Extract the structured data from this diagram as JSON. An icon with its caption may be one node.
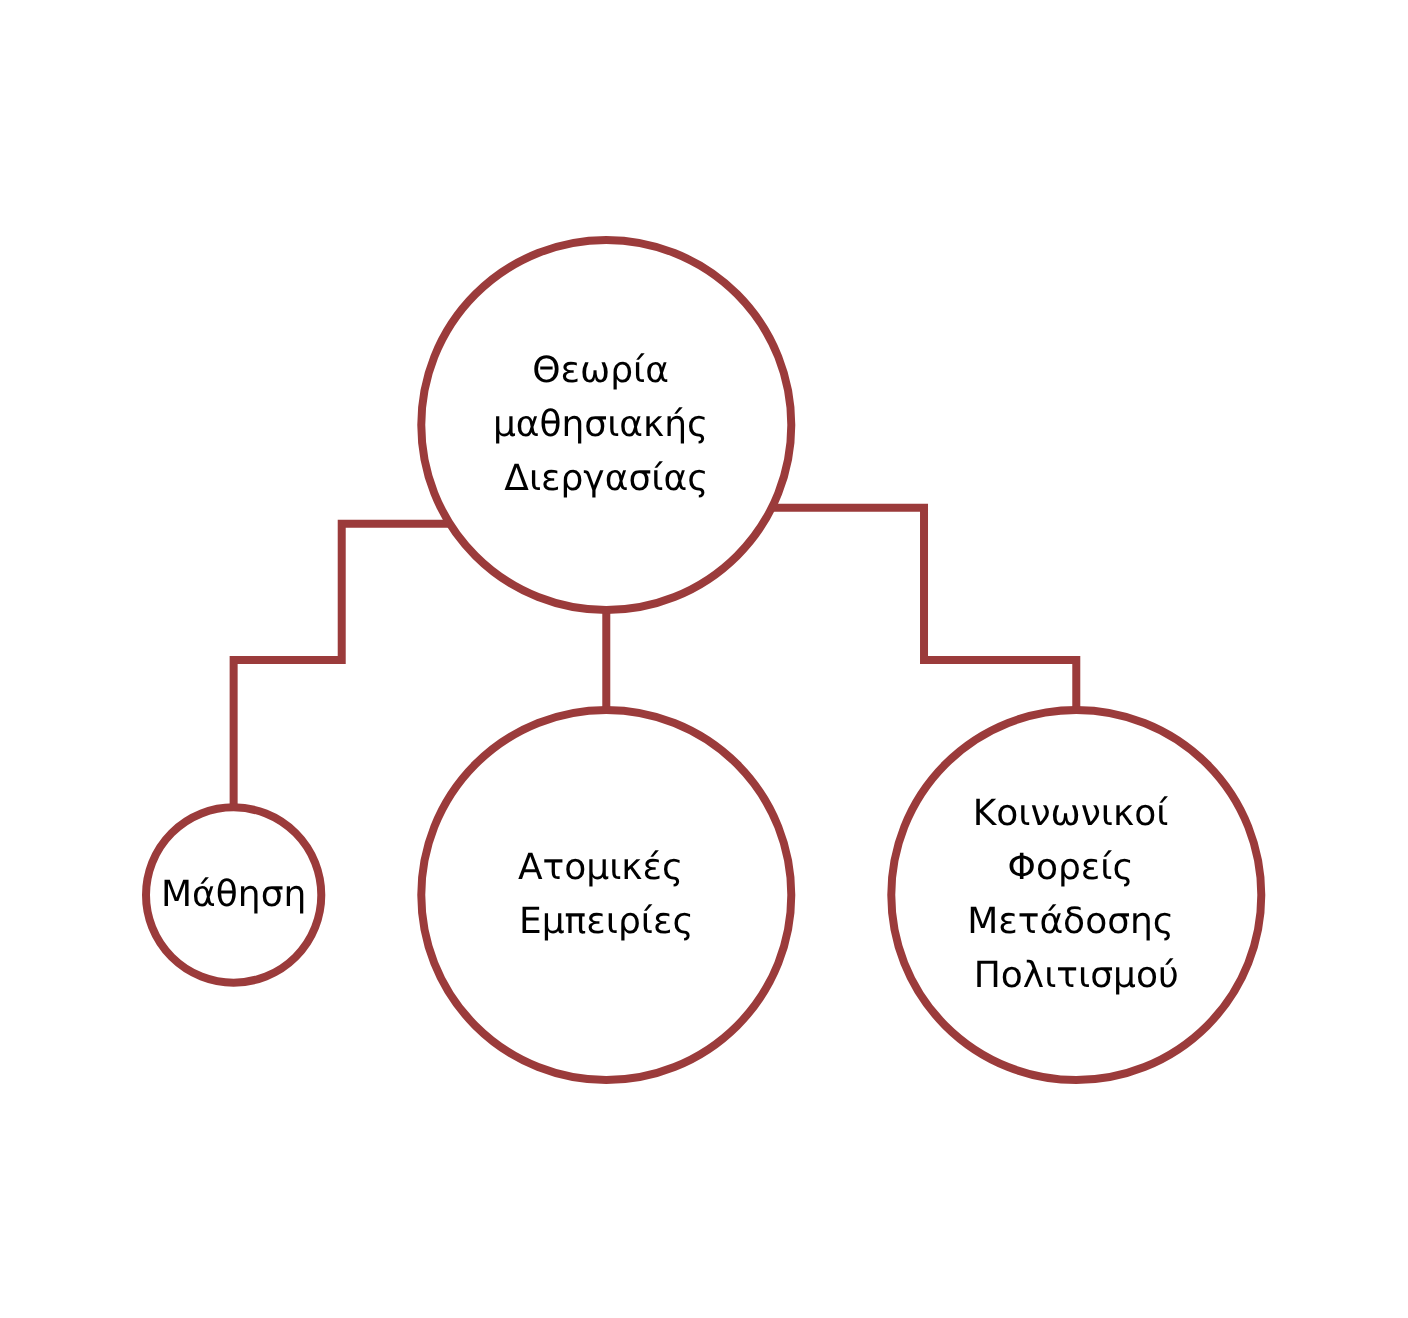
{
  "diagram": {
    "nodes": [
      {
        "text": [
          "Θεωρία μαθησιακής Διεργασίας"
        ]
      },
      {
        "text": [
          "Μάθηση"
        ]
      },
      {
        "text": [
          "Ατομικές Εμπειρίες"
        ]
      },
      {
        "text": [
          "Κοινωνικοί Φορείς Μετάδοσης Πολιτισμού"
        ]
      }
    ],
    "edges": [
      {
        "from": 0,
        "to": 1,
        "arrow": "none"
      },
      {
        "from": 0,
        "to": 2,
        "arrow": "none"
      },
      {
        "from": 0,
        "to": 3,
        "arrow": "none"
      }
    ]
  }
}
